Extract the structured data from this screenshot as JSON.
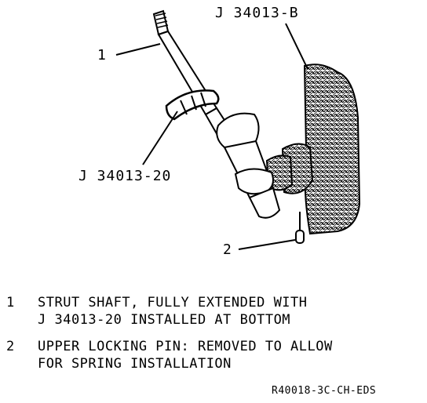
{
  "labels": {
    "tool_top": "J 34013-B",
    "tool_mid": "J 34013-20",
    "callout_1": "1",
    "callout_2": "2"
  },
  "legend": [
    {
      "num": "1",
      "line1": "STRUT SHAFT, FULLY EXTENDED WITH",
      "line2": "J 34013-20 INSTALLED AT BOTTOM"
    },
    {
      "num": "2",
      "line1": "UPPER LOCKING PIN: REMOVED TO ALLOW",
      "line2": "FOR SPRING INSTALLATION"
    }
  ],
  "figure_code": "R40018-3C-CH-EDS"
}
